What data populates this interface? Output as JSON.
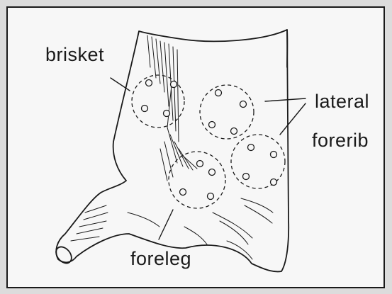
{
  "labels": {
    "brisket": "brisket",
    "lateral": "lateral",
    "forerib": "forerib",
    "foreleg": "foreleg"
  },
  "colors": {
    "background": "#dcdcdc",
    "panel": "#f7f7f7",
    "ink": "#1a1a1a"
  }
}
